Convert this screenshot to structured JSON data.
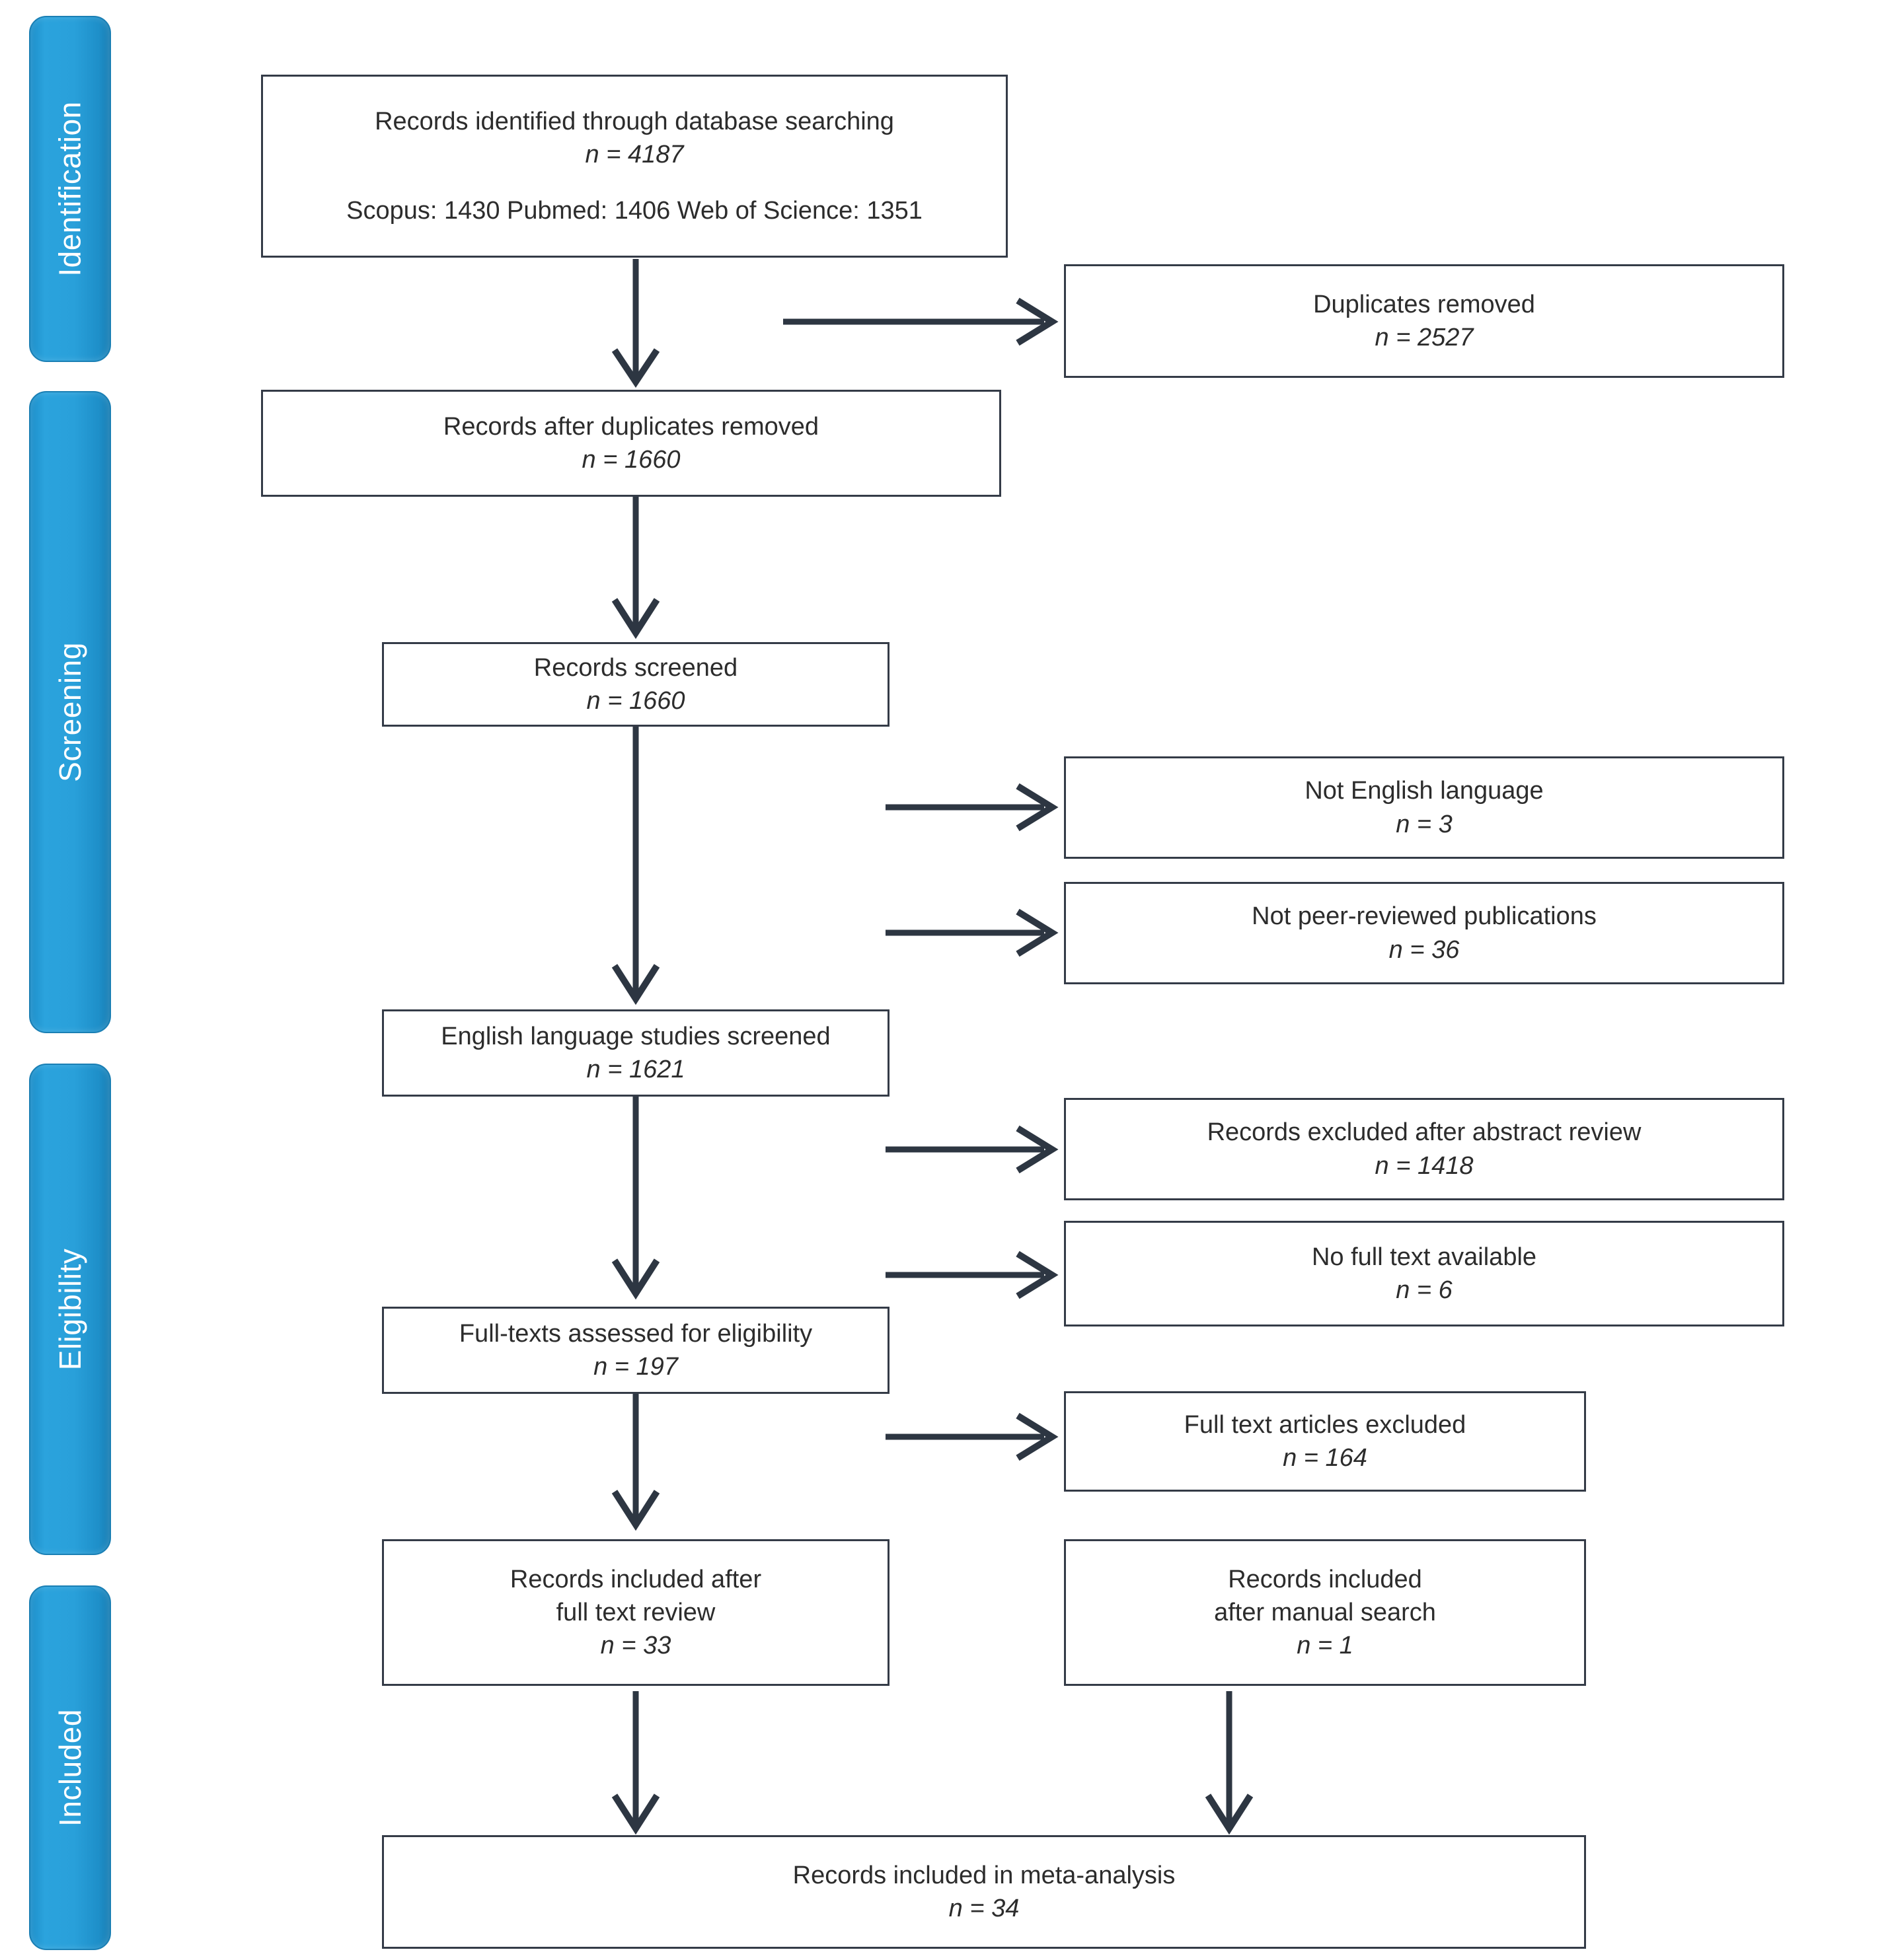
{
  "diagram": {
    "title": "PRISMA flow diagram",
    "accent_color": "#2ba3dd",
    "box_border_color": "#343b47",
    "arrow_color": "#2d3642",
    "text_color": "#2c2c2c"
  },
  "stages": [
    {
      "id": "identification",
      "label": "Identification"
    },
    {
      "id": "screening",
      "label": "Screening"
    },
    {
      "id": "eligibility",
      "label": "Eligibility"
    },
    {
      "id": "included",
      "label": "Included"
    }
  ],
  "boxes": {
    "identified": {
      "line1": "Records identified through database searching",
      "n": "n = 4187",
      "line3": "Scopus: 1430   Pubmed: 1406  Web of Science: 1351"
    },
    "duplicates_removed": {
      "line1": "Duplicates removed",
      "n": "n = 2527"
    },
    "after_duplicates": {
      "line1": "Records after duplicates removed",
      "n": "n = 1660"
    },
    "records_screened": {
      "line1": "Records screened",
      "n": "n = 1660"
    },
    "not_english": {
      "line1": "Not English language",
      "n": "n = 3"
    },
    "not_peer_reviewed": {
      "line1": "Not peer-reviewed publications",
      "n": "n = 36"
    },
    "english_screened": {
      "line1": "English language studies screened",
      "n": "n = 1621"
    },
    "excluded_abstract": {
      "line1": "Records excluded after abstract review",
      "n": "n = 1418"
    },
    "no_full_text": {
      "line1": "No full text available",
      "n": "n = 6"
    },
    "full_texts_assessed": {
      "line1": "Full-texts assessed for eligibility",
      "n": "n = 197"
    },
    "full_text_excluded": {
      "line1": "Full text articles excluded",
      "n": "n = 164"
    },
    "included_full_text": {
      "line1": "Records included after",
      "line2": "full text review",
      "n": "n = 33"
    },
    "included_manual": {
      "line1": "Records included",
      "line2": "after manual search",
      "n": "n = 1"
    },
    "included_meta": {
      "line1": "Records included in meta-analysis",
      "n": "n = 34"
    }
  }
}
